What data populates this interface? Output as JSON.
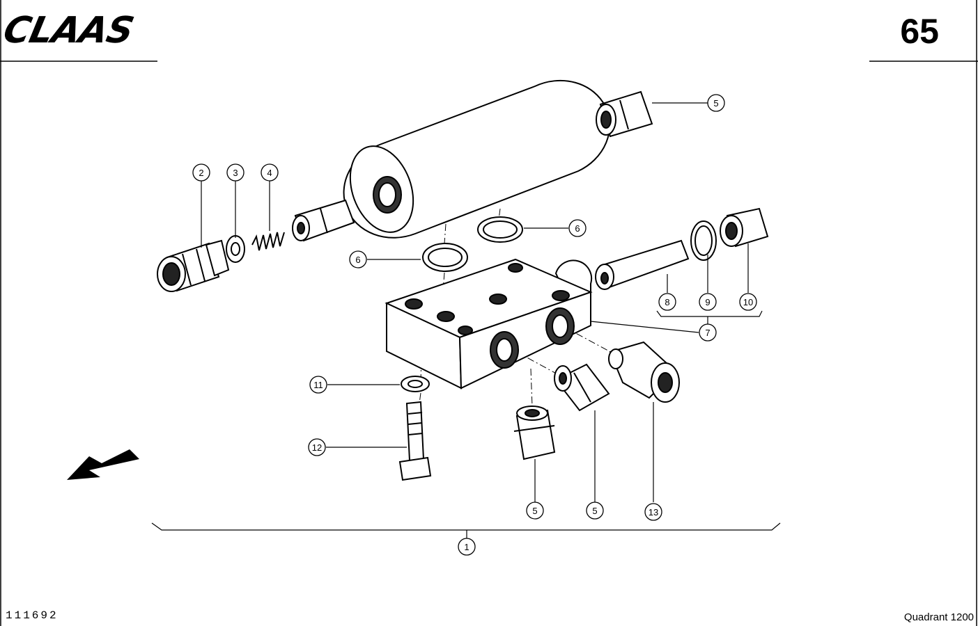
{
  "header": {
    "brand": "CLAAS",
    "page_number": "65"
  },
  "footer": {
    "drawing_number": "111692",
    "model": "Quadrant 1200"
  },
  "callouts": [
    {
      "id": "c1",
      "label": "1"
    },
    {
      "id": "c2",
      "label": "2"
    },
    {
      "id": "c3",
      "label": "3"
    },
    {
      "id": "c4",
      "label": "4"
    },
    {
      "id": "c5a",
      "label": "5"
    },
    {
      "id": "c5b",
      "label": "5"
    },
    {
      "id": "c5c",
      "label": "5"
    },
    {
      "id": "c6a",
      "label": "6"
    },
    {
      "id": "c6b",
      "label": "6"
    },
    {
      "id": "c7",
      "label": "7"
    },
    {
      "id": "c8",
      "label": "8"
    },
    {
      "id": "c9",
      "label": "9"
    },
    {
      "id": "c10",
      "label": "10"
    },
    {
      "id": "c11",
      "label": "11"
    },
    {
      "id": "c12",
      "label": "12"
    },
    {
      "id": "c13",
      "label": "13"
    }
  ]
}
